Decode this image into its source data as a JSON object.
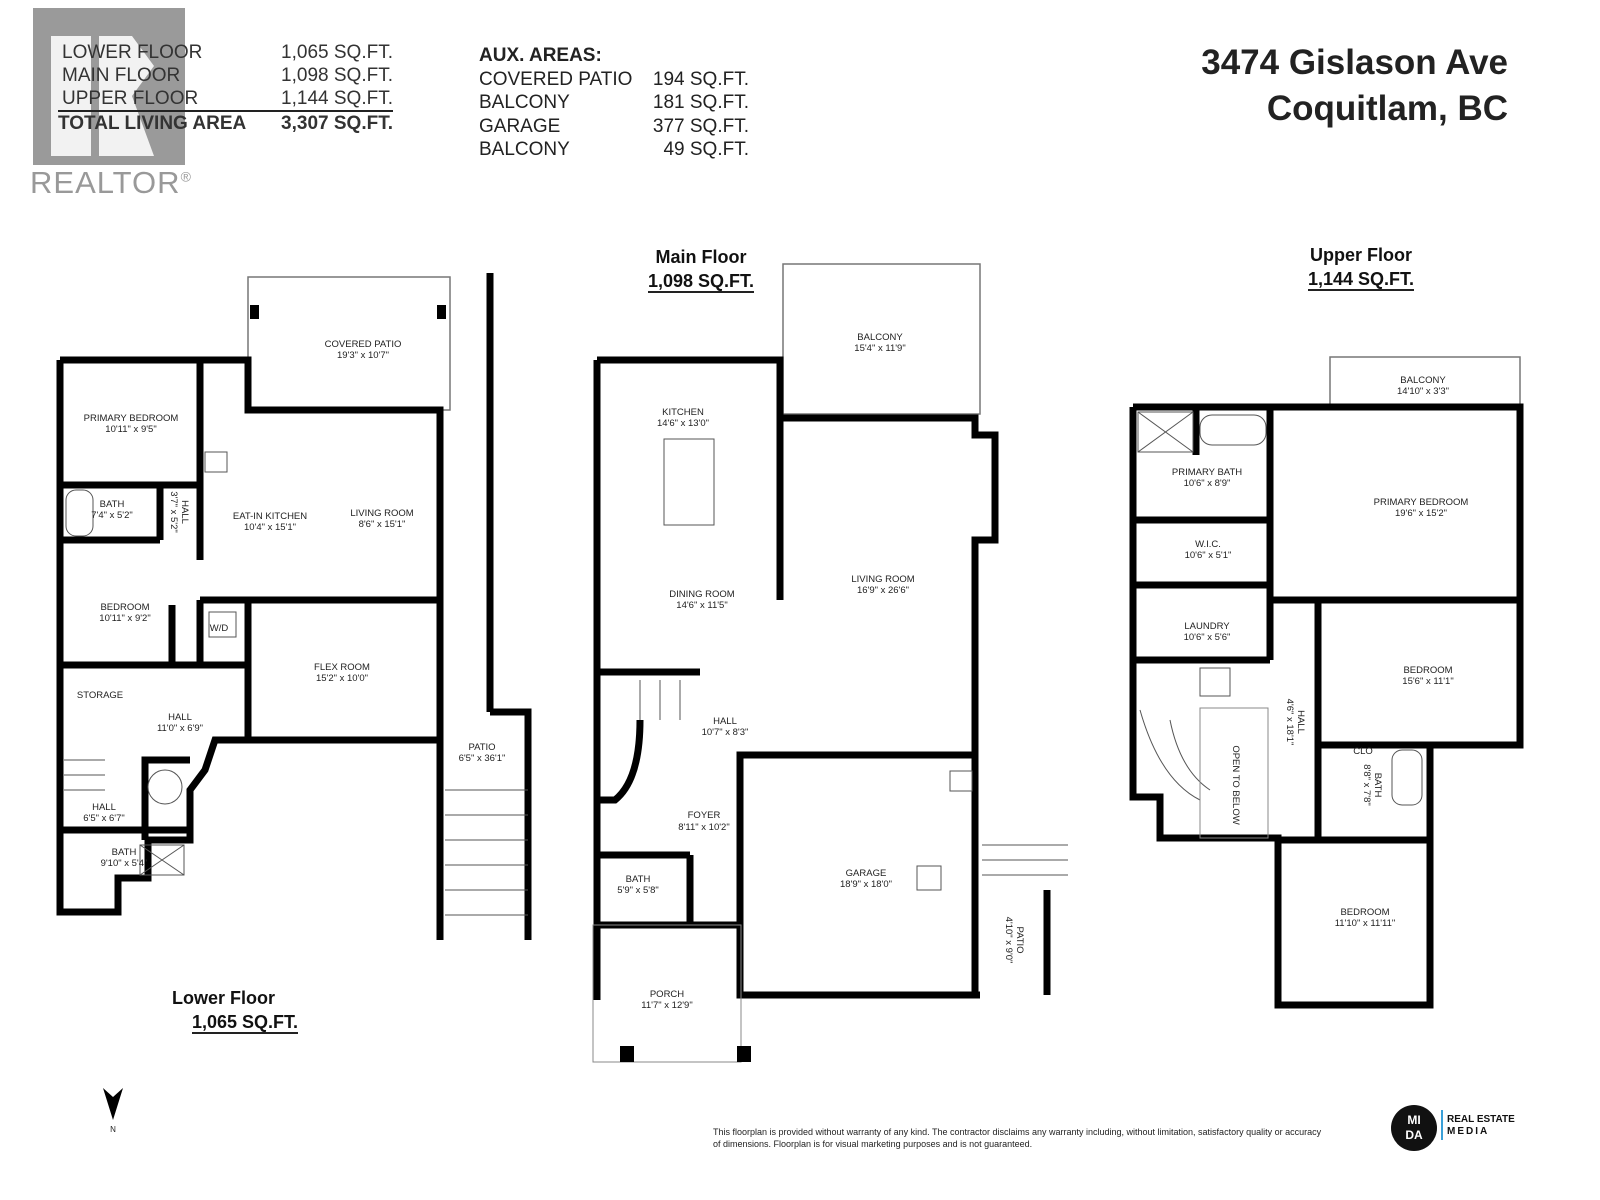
{
  "summary": {
    "rows": [
      {
        "label": "LOWER FLOOR",
        "value": "1,065 SQ.FT."
      },
      {
        "label": "MAIN FLOOR",
        "value": "1,098 SQ.FT."
      },
      {
        "label": "UPPER FLOOR",
        "value": "1,144 SQ.FT."
      }
    ],
    "total": {
      "label": "TOTAL LIVING AREA",
      "value": "3,307 SQ.FT."
    }
  },
  "aux": {
    "title": "AUX. AREAS:",
    "rows": [
      {
        "label": "COVERED PATIO",
        "value": "194 SQ.FT."
      },
      {
        "label": "BALCONY",
        "value": "181 SQ.FT."
      },
      {
        "label": "GARAGE",
        "value": "377 SQ.FT."
      },
      {
        "label": "BALCONY",
        "value": "49 SQ.FT."
      }
    ]
  },
  "address": {
    "line1": "3474 Gislason Ave",
    "line2": "Coquitlam, BC"
  },
  "realtor_logo": "REALTOR®",
  "floors": {
    "lower": {
      "title": "Lower Floor",
      "area": "1,065 SQ.FT.",
      "rooms": [
        {
          "name": "COVERED PATIO",
          "dims": "19'3\" x 10'7\""
        },
        {
          "name": "PRIMARY BEDROOM",
          "dims": "10'11\" x 9'5\""
        },
        {
          "name": "BATH",
          "dims": "7'4\" x 5'2\""
        },
        {
          "name": "HALL",
          "dims": "3'7\" x 5'2\""
        },
        {
          "name": "EAT-IN KITCHEN",
          "dims": "10'4\" x 15'1\""
        },
        {
          "name": "LIVING ROOM",
          "dims": "8'6\" x 15'1\""
        },
        {
          "name": "BEDROOM",
          "dims": "10'11\" x 9'2\""
        },
        {
          "name": "W/D",
          "dims": ""
        },
        {
          "name": "FLEX ROOM",
          "dims": "15'2\" x 10'0\""
        },
        {
          "name": "STORAGE",
          "dims": ""
        },
        {
          "name": "HALL",
          "dims": "11'0\" x 6'9\""
        },
        {
          "name": "PATIO",
          "dims": "6'5\" x 36'1\""
        },
        {
          "name": "HALL",
          "dims": "6'5\" x 6'7\""
        },
        {
          "name": "BATH",
          "dims": "9'10\" x 5'4\""
        }
      ]
    },
    "main": {
      "title": "Main Floor",
      "area": "1,098 SQ.FT.",
      "rooms": [
        {
          "name": "BALCONY",
          "dims": "15'4\" x 11'9\""
        },
        {
          "name": "KITCHEN",
          "dims": "14'6\" x 13'0\""
        },
        {
          "name": "DINING ROOM",
          "dims": "14'6\" x 11'5\""
        },
        {
          "name": "LIVING ROOM",
          "dims": "16'9\" x 26'6\""
        },
        {
          "name": "HALL",
          "dims": "10'7\" x 8'3\""
        },
        {
          "name": "FOYER",
          "dims": "8'11\" x 10'2\""
        },
        {
          "name": "BATH",
          "dims": "5'9\" x 5'8\""
        },
        {
          "name": "GARAGE",
          "dims": "18'9\" x 18'0\""
        },
        {
          "name": "PATIO",
          "dims": "4'10\" x 9'0\""
        },
        {
          "name": "PORCH",
          "dims": "11'7\" x 12'9\""
        }
      ]
    },
    "upper": {
      "title": "Upper Floor",
      "area": "1,144 SQ.FT.",
      "rooms": [
        {
          "name": "BALCONY",
          "dims": "14'10\" x 3'3\""
        },
        {
          "name": "PRIMARY BATH",
          "dims": "10'6\" x 8'9\""
        },
        {
          "name": "PRIMARY BEDROOM",
          "dims": "19'6\" x 15'2\""
        },
        {
          "name": "W.I.C.",
          "dims": "10'6\" x 5'1\""
        },
        {
          "name": "LAUNDRY",
          "dims": "10'6\" x 5'6\""
        },
        {
          "name": "BEDROOM",
          "dims": "15'6\" x 11'1\""
        },
        {
          "name": "HALL",
          "dims": "4'6\" x 18'1\""
        },
        {
          "name": "OPEN TO BELOW",
          "dims": ""
        },
        {
          "name": "CLO",
          "dims": ""
        },
        {
          "name": "BATH",
          "dims": "8'8\" x 7'8\""
        },
        {
          "name": "BEDROOM",
          "dims": "11'10\" x 11'11\""
        }
      ]
    }
  },
  "north_label": "N",
  "disclaimer": {
    "line1": "This floorplan is provided without  warranty of any kind. The contractor disclaims any warranty including,  without limitation, satisfactory quality or accuracy",
    "line2": "of dimensions. Floorplan is for visual marketing purposes and is not guaranteed."
  },
  "brand": {
    "mark_top": "MI",
    "mark_bottom": "DA",
    "line1": "REAL ESTATE",
    "line2": "MEDIA",
    "accent": "#3aa0d8"
  },
  "colors": {
    "wall": "#000000",
    "logo_gray": "#999999"
  }
}
